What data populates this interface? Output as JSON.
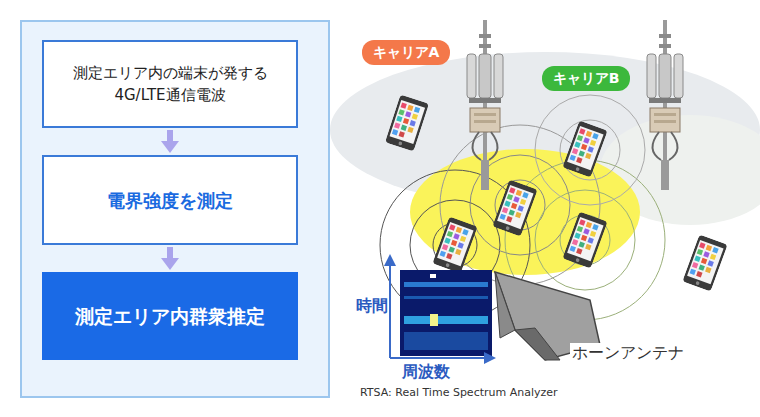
{
  "diagram": {
    "nodes": [
      {
        "text": [
          "測定エリア内の端末が発する 4G/LTE通信電波"
        ]
      },
      {
        "text": [
          "電界強度を測定"
        ]
      },
      {
        "text": [
          "測定エリア内群衆推定"
        ]
      },
      {
        "text": [
          "キャリアA"
        ]
      },
      {
        "text": [
          "キャリアB"
        ]
      }
    ],
    "edges": [
      {
        "from": 0,
        "to": 1,
        "arrow": "to"
      },
      {
        "from": 1,
        "to": 2,
        "arrow": "to"
      }
    ],
    "labels": [
      "時間",
      "周波数",
      "ホーンアンテナ",
      "RTSA: Real Time Spectrum Analyzer"
    ]
  }
}
